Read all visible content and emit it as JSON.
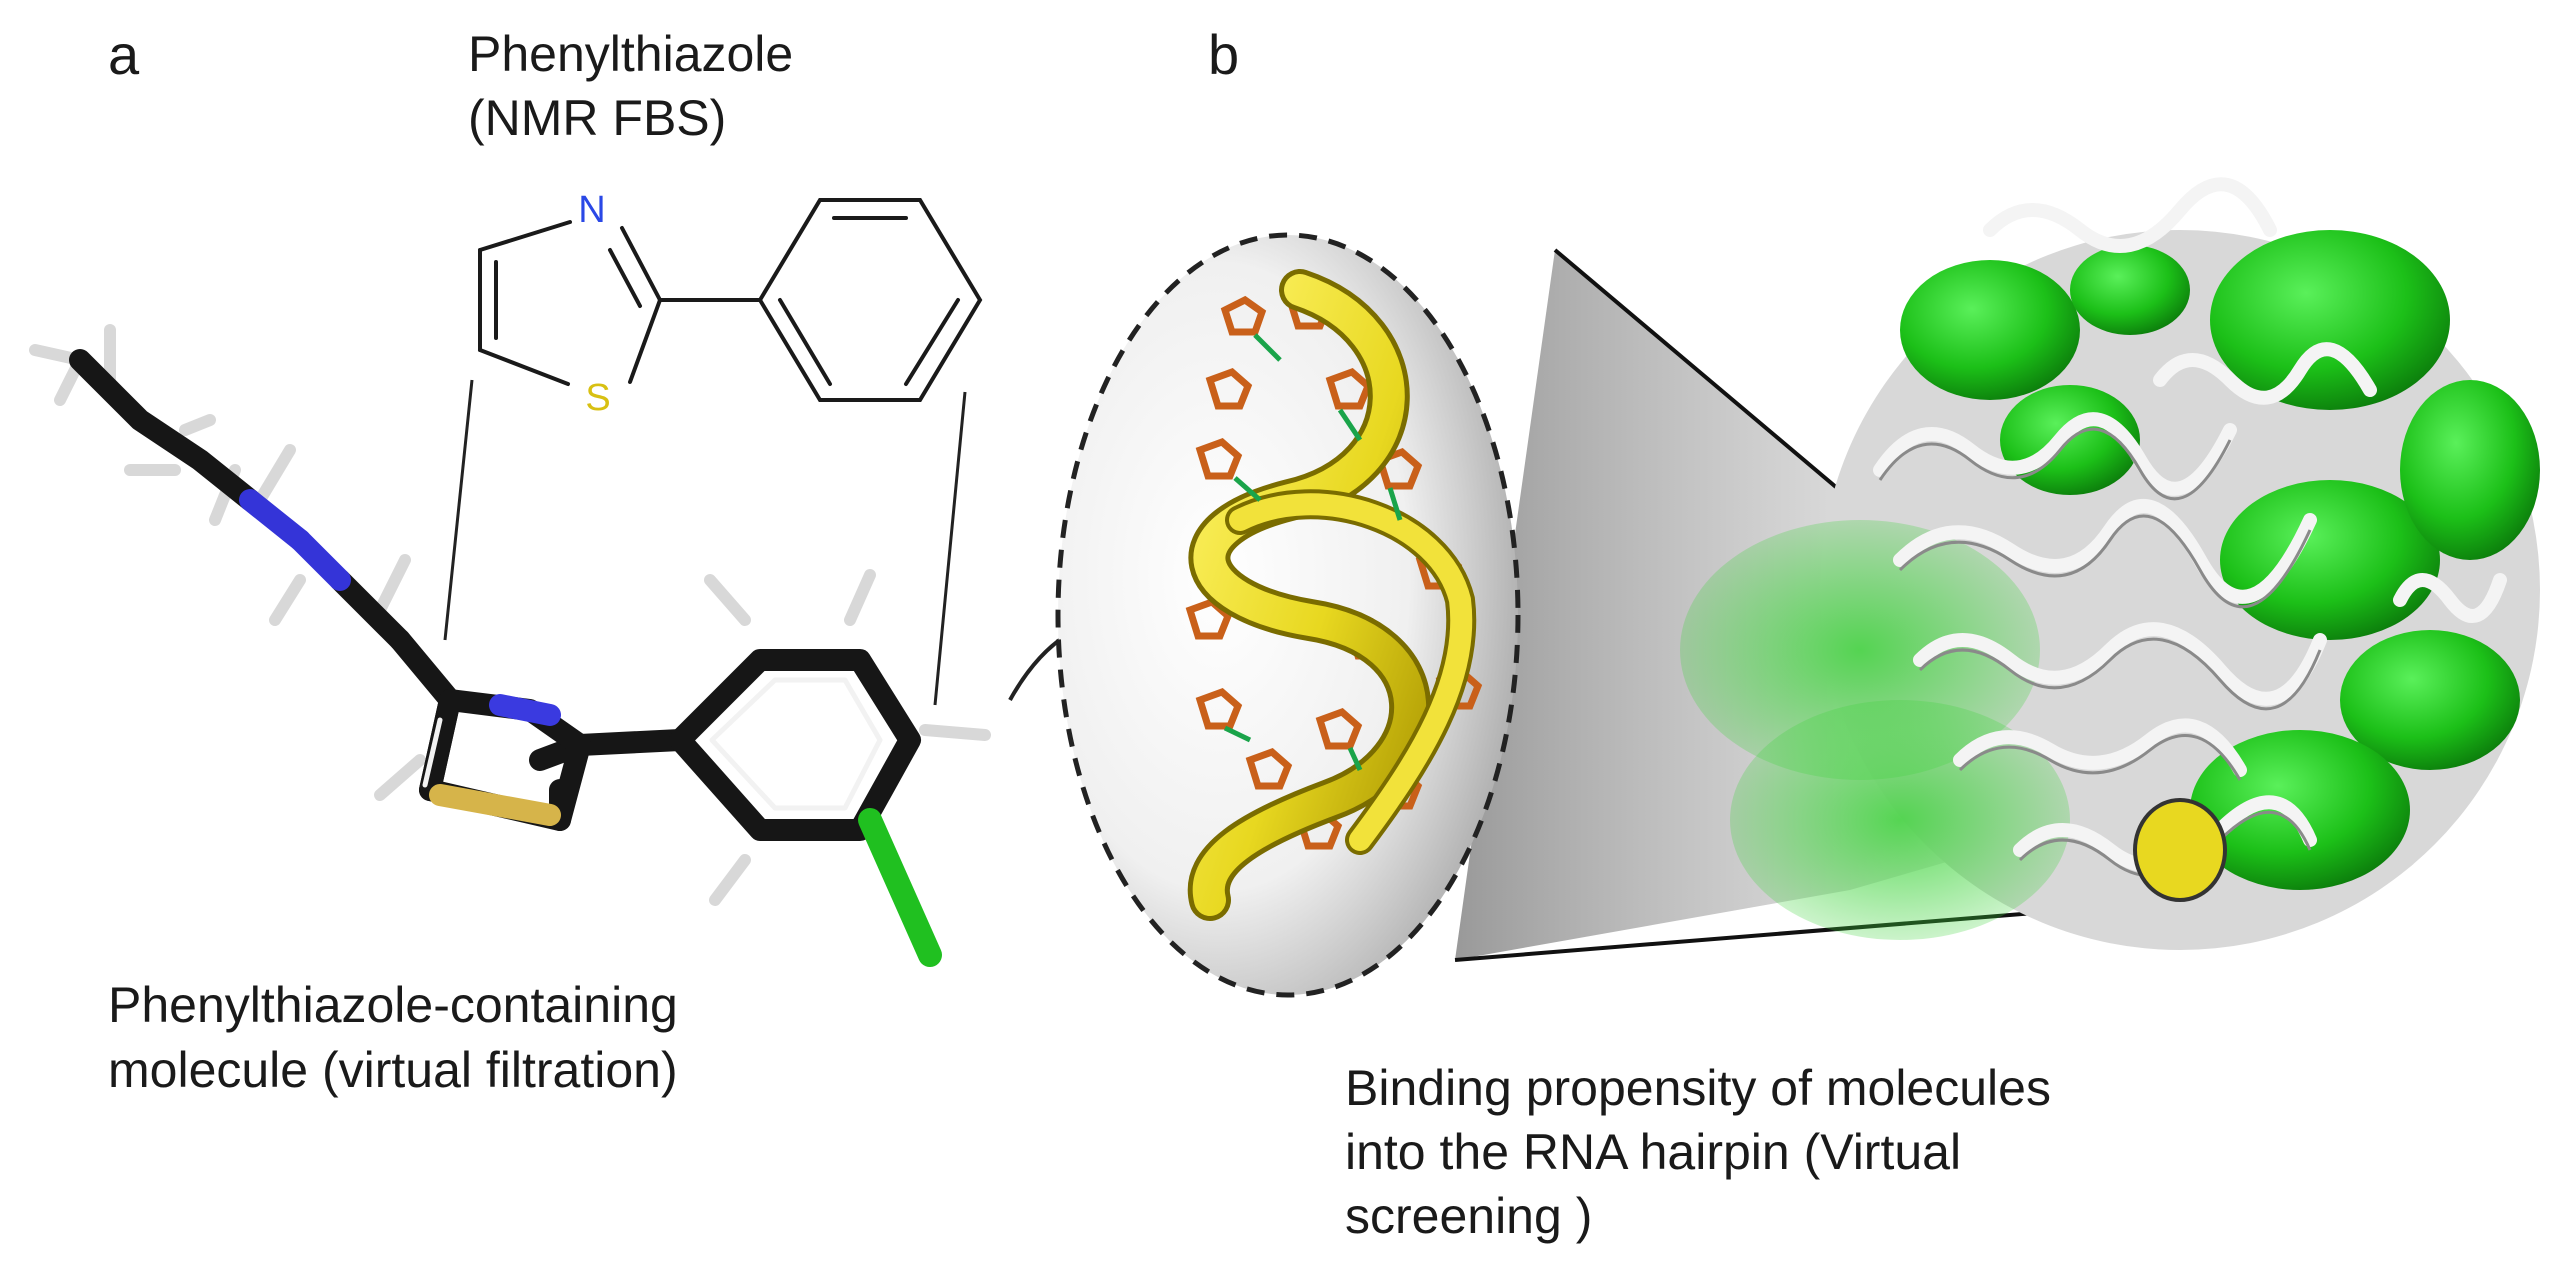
{
  "panel_a": {
    "label": "a",
    "fragment_title": "Phenylthiazole",
    "fragment_subtitle": "(NMR FBS)",
    "atom_n": "N",
    "atom_s": "S",
    "caption_line1": "Phenylthiazole-containing",
    "caption_line2": "molecule (virtual filtration)"
  },
  "panel_b": {
    "label": "b",
    "caption_line1": "Binding propensity of molecules",
    "caption_line2": "into the RNA hairpin (Virtual",
    "caption_line3": "screening )"
  },
  "colors": {
    "carbon": "#141414",
    "nitrogen": "#3a3ae0",
    "sulfur": "#d6b44a",
    "chlorine": "#20c020",
    "hydrogen": "#dcdcdc",
    "rna_ribbon": "#e8d820",
    "ligand": "#d8701c",
    "protein_surface": "#22c41e",
    "rna_backbone": "#c8c8c8"
  }
}
